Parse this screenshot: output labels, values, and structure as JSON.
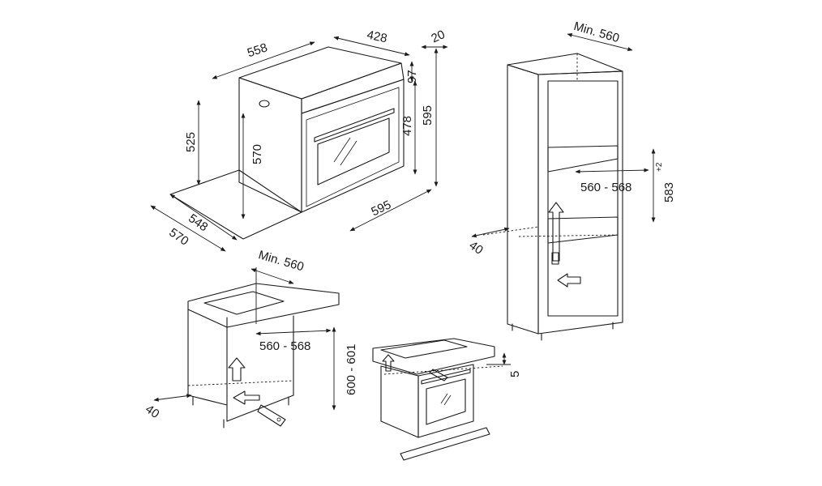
{
  "oven": {
    "dims": {
      "width_top": "558",
      "depth_top": "428",
      "panel": "20",
      "control_height": "97",
      "height_total": "595",
      "door_height": "478",
      "body_height": "525",
      "inner_height": "570",
      "width_front": "595",
      "depth_base_inner": "548",
      "depth_base_outer": "570"
    }
  },
  "tall_cabinet": {
    "dims": {
      "min_depth": "Min. 560",
      "niche_width": "560 - 568",
      "niche_height": "583",
      "niche_height_tol": "+2",
      "rear_gap": "40"
    }
  },
  "under_counter": {
    "dims": {
      "min_depth": "Min. 560",
      "niche_width": "560 - 568",
      "niche_height": "600 - 601",
      "rear_gap": "40"
    }
  },
  "with_hob": {
    "dims": {
      "gap": "5"
    }
  },
  "colors": {
    "line": "#1a1a1a",
    "background": "#ffffff"
  }
}
